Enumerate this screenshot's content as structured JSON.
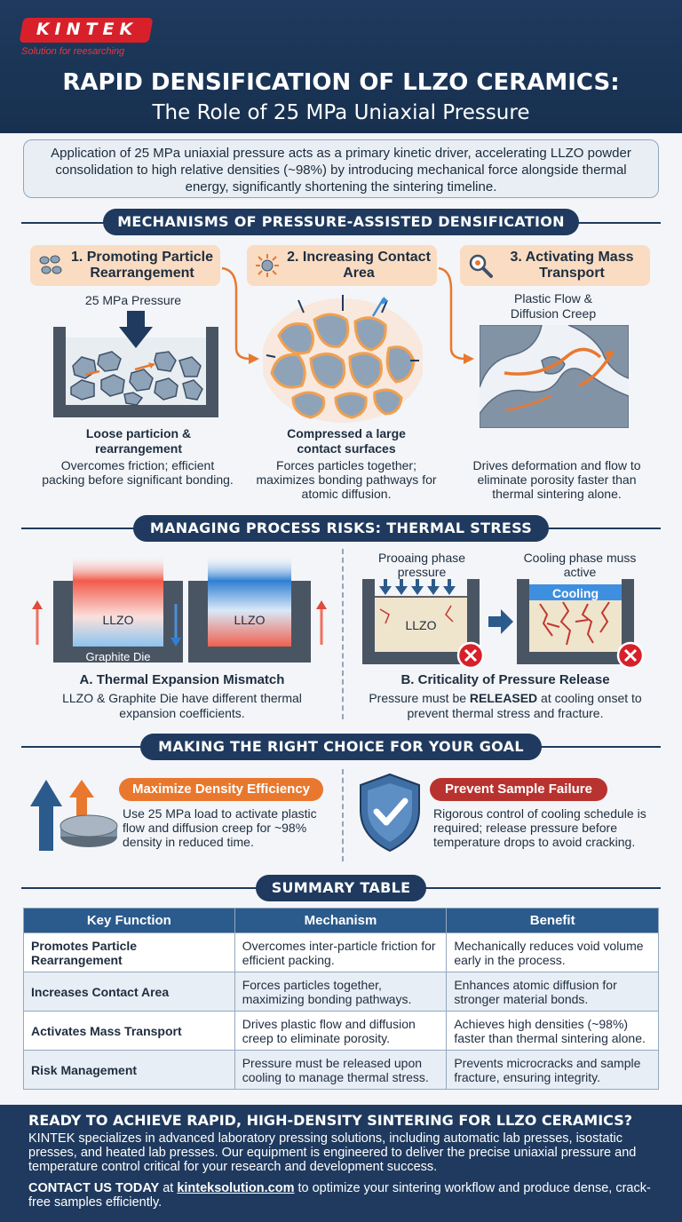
{
  "brand": {
    "name": "KINTEK",
    "tagline": "Solution for reesarching"
  },
  "title": {
    "line1": "RAPID DENSIFICATION OF LLZO CERAMICS:",
    "line2": "The Role of 25 MPa Uniaxial Pressure"
  },
  "intro": "Application of 25 MPa uniaxial pressure acts as a primary kinetic driver, accelerating LLZO powder consolidation to high relative densities (~98%) by introducing mechanical force alongside thermal energy, significantly shortening the sintering timeline.",
  "mechanisms": {
    "heading": "MECHANISMS OF PRESSURE-ASSISTED DENSIFICATION",
    "items": [
      {
        "title": "1. Promoting Particle Rearrangement",
        "diagram_label": "25 MPa Pressure",
        "caption_bold": "Loose particion & rearrangement",
        "caption": "Overcomes friction; efficient packing before significant bonding."
      },
      {
        "title": "2. Increasing Contact Area",
        "diagram_label": "",
        "caption_bold": "Compressed a large contact surfaces",
        "caption": "Forces particles together; maximizes bonding pathways for atomic diffusion."
      },
      {
        "title": "3. Activating Mass Transport",
        "diagram_label": "Plastic Flow & Diffusion Creep",
        "caption_bold": "",
        "caption": "Drives deformation and flow to eliminate porosity faster than thermal sintering alone."
      }
    ]
  },
  "risks": {
    "heading": "MANAGING PROCESS RISKS: THERMAL STRESS",
    "a": {
      "label_llzo": "LLZO",
      "label_die": "Graphite Die",
      "title": "A. Thermal Expansion Mismatch",
      "text": "LLZO & Graphite Die have different thermal expansion coefficients."
    },
    "b": {
      "left_label": "Prooaing phase pressure",
      "right_label": "Cooling phase muss active",
      "cooling": "Cooling",
      "label_llzo": "LLZO",
      "title": "B. Criticality of Pressure Release",
      "text_pre": "Pressure must be ",
      "text_strong": "RELEASED",
      "text_post": " at cooling onset to prevent thermal stress and fracture."
    }
  },
  "goals": {
    "heading": "MAKING THE RIGHT CHOICE FOR YOUR GOAL",
    "left": {
      "title": "Maximize Density Efficiency",
      "text": "Use 25 MPa load to activate plastic flow and diffusion creep for ~98% density in reduced time."
    },
    "right": {
      "title": "Prevent Sample Failure",
      "text": "Rigorous control of cooling schedule is required; release pressure before temperature drops to avoid cracking."
    }
  },
  "summary": {
    "heading": "SUMMARY TABLE",
    "columns": [
      "Key Function",
      "Mechanism",
      "Benefit"
    ],
    "rows": [
      [
        "Promotes Particle Rearrangement",
        "Overcomes inter-particle friction for efficient packing.",
        "Mechanically reduces void volume early in the process."
      ],
      [
        "Increases Contact Area",
        "Forces particles together, maximizing bonding pathways.",
        "Enhances atomic diffusion for stronger material bonds."
      ],
      [
        "Activates Mass Transport",
        "Drives plastic flow and diffusion creep to eliminate porosity.",
        "Achieves high densities (~98%) faster than thermal sintering alone."
      ],
      [
        "Risk Management",
        "Pressure must be released upon cooling to manage thermal stress.",
        "Prevents microcracks and sample fracture, ensuring integrity."
      ]
    ]
  },
  "footer": {
    "title": "READY TO ACHIEVE RAPID, HIGH-DENSITY SINTERING FOR LLZO CERAMICS?",
    "body": "KINTEK specializes in advanced laboratory pressing solutions, including automatic lab presses, isostatic presses, and heated lab presses. Our equipment is engineered to deliver the precise uniaxial pressure and temperature control critical for your research and development success.",
    "contact_strong": "CONTACT US TODAY",
    "contact_at": " at ",
    "contact_link": "kinteksolution.com",
    "contact_post": " to optimize your sintering workflow and produce dense, crack-free samples efficiently."
  },
  "colors": {
    "navy": "#1f3a5e",
    "orange": "#e9782f",
    "red": "#b8332f",
    "peach": "#f9dcc2"
  }
}
